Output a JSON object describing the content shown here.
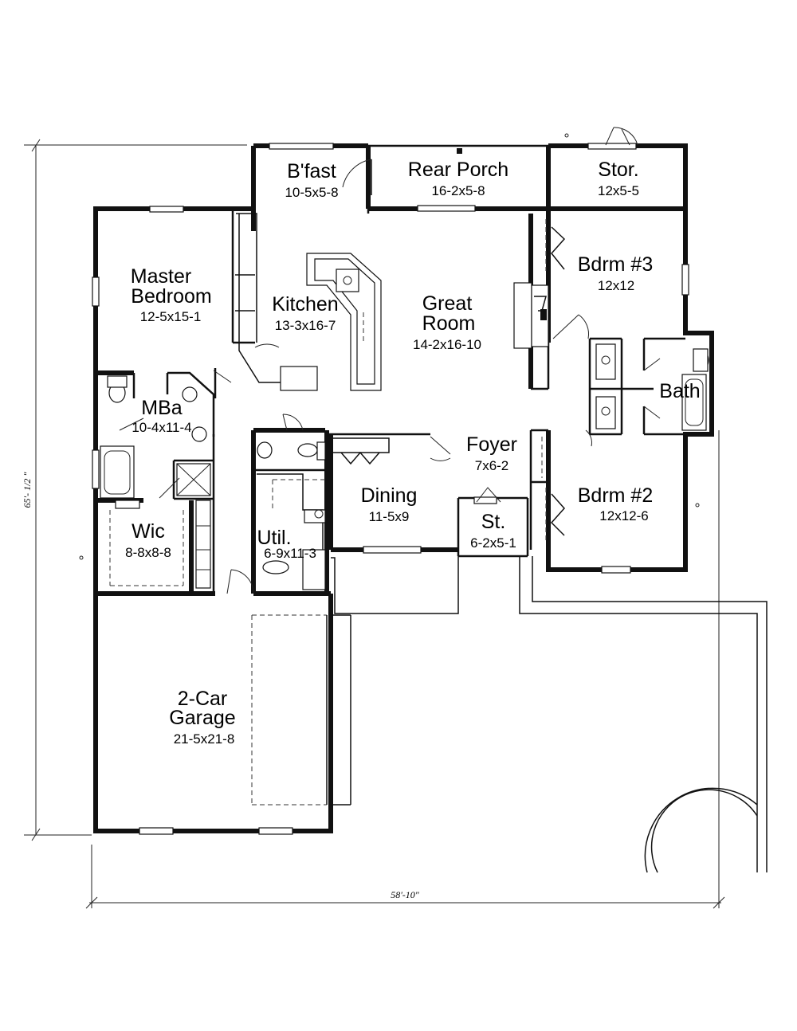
{
  "rooms": {
    "bfast": {
      "name": "B'fast",
      "dims": "10-5x5-8"
    },
    "rear_porch": {
      "name": "Rear Porch",
      "dims": "16-2x5-8"
    },
    "stor": {
      "name": "Stor.",
      "dims": "12x5-5"
    },
    "master": {
      "name1": "Master",
      "name2": "Bedroom",
      "dims": "12-5x15-1"
    },
    "kitchen": {
      "name": "Kitchen",
      "dims": "13-3x16-7"
    },
    "great": {
      "name1": "Great",
      "name2": "Room",
      "dims": "14-2x16-10"
    },
    "bdrm3": {
      "name": "Bdrm #3",
      "dims": "12x12"
    },
    "bath": {
      "name": "Bath"
    },
    "mba": {
      "name": "MBa",
      "dims": "10-4x11-4"
    },
    "foyer": {
      "name": "Foyer",
      "dims": "7x6-2"
    },
    "dining": {
      "name": "Dining",
      "dims": "11-5x9"
    },
    "bdrm2": {
      "name": "Bdrm #2",
      "dims": "12x12-6"
    },
    "wic": {
      "name": "Wic",
      "dims": "8-8x8-8"
    },
    "util": {
      "name": "Util.",
      "dims": "6-9x11-3"
    },
    "st": {
      "name": "St.",
      "dims": "6-2x5-1"
    },
    "garage": {
      "name1": "2-Car",
      "name2": "Garage",
      "dims": "21-5x21-8"
    }
  },
  "overall": {
    "depth": "65'- 1/2 \"",
    "width": "58'-10\""
  }
}
